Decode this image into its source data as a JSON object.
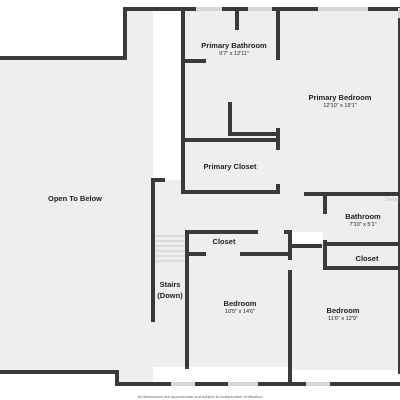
{
  "rooms": [
    {
      "id": "open",
      "name": "Open To Below",
      "dim": ""
    },
    {
      "id": "primary-bathroom",
      "name": "Primary Bathroom",
      "dim": "9'7\" x 12'11\""
    },
    {
      "id": "primary-bedroom",
      "name": "Primary Bedroom",
      "dim": "12'10\" x 19'1\""
    },
    {
      "id": "primary-closet",
      "name": "Primary Closet",
      "dim": ""
    },
    {
      "id": "bathroom",
      "name": "Bathroom",
      "dim": "7'10\" x 5'1\""
    },
    {
      "id": "closet-left",
      "name": "Closet",
      "dim": ""
    },
    {
      "id": "closet-right",
      "name": "Closet",
      "dim": ""
    },
    {
      "id": "stairs",
      "name": "Stairs\n(Down)",
      "dim": ""
    },
    {
      "id": "bedroom-left",
      "name": "Bedroom",
      "dim": "10'5\" x 14'6\""
    },
    {
      "id": "bedroom-right",
      "name": "Bedroom",
      "dim": "11'6\" x 12'9\""
    }
  ],
  "disclaimer": "All dimensions are approximate and subject to independent verification",
  "watermark": "Stellar",
  "colors": {
    "floor": "#eeeeee",
    "wall": "#3a3a3a",
    "window": "#d6d6d6",
    "background": "#ffffff"
  }
}
